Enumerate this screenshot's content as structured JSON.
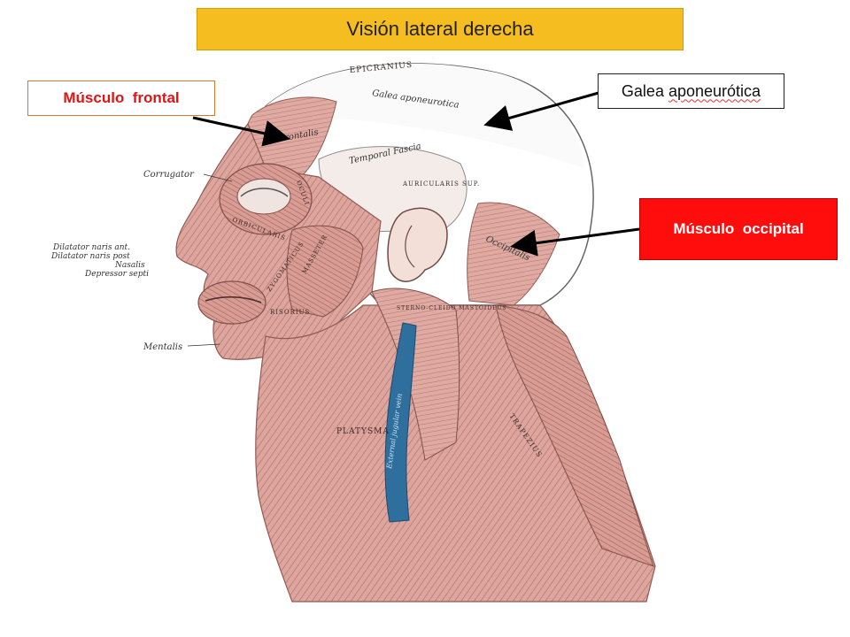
{
  "title": "Visión lateral derecha",
  "callouts": {
    "frontal": "Músculo  frontal",
    "galea_a": "Galea",
    "galea_b": "aponeurótica",
    "occipital": "Músculo  occipital"
  },
  "figure_labels": {
    "epicranius": "EPICRANIUS",
    "galea": "Galea aponeurotica",
    "frontalis": "Frontalis",
    "temporal_fascia": "Temporal Fascia",
    "auricularis": "AURICULARIS SUP.",
    "occipitalis": "Occipitalis",
    "corrugator": "Corrugator",
    "dilatator_ant": "Dilatator naris ant.",
    "dilatator_post": "Dilatator naris post",
    "nasalis": "Nasalis",
    "depressor": "Depressor septi",
    "mentalis": "Mentalis",
    "orbicularis": "ORBICULARIS",
    "oculi": "OCULI",
    "masseter": "MASSETER",
    "zygomaticus": "ZYGOMATICUS",
    "risorius": "RISORIUS",
    "sternocleido": "STERNO-CLEIDO MASTOIDEUS",
    "platysma": "PLATYSMA",
    "trapezius": "TRAPEZIUS",
    "ext_jugular": "External jugular vein"
  },
  "colors": {
    "title_bg": "#f5bd1f",
    "occipital_bg": "#ff0d0d",
    "frontal_text": "#e01414",
    "muscle": "#dca59d",
    "muscle_dark": "#b46f66",
    "vein": "#2f6f9e"
  }
}
